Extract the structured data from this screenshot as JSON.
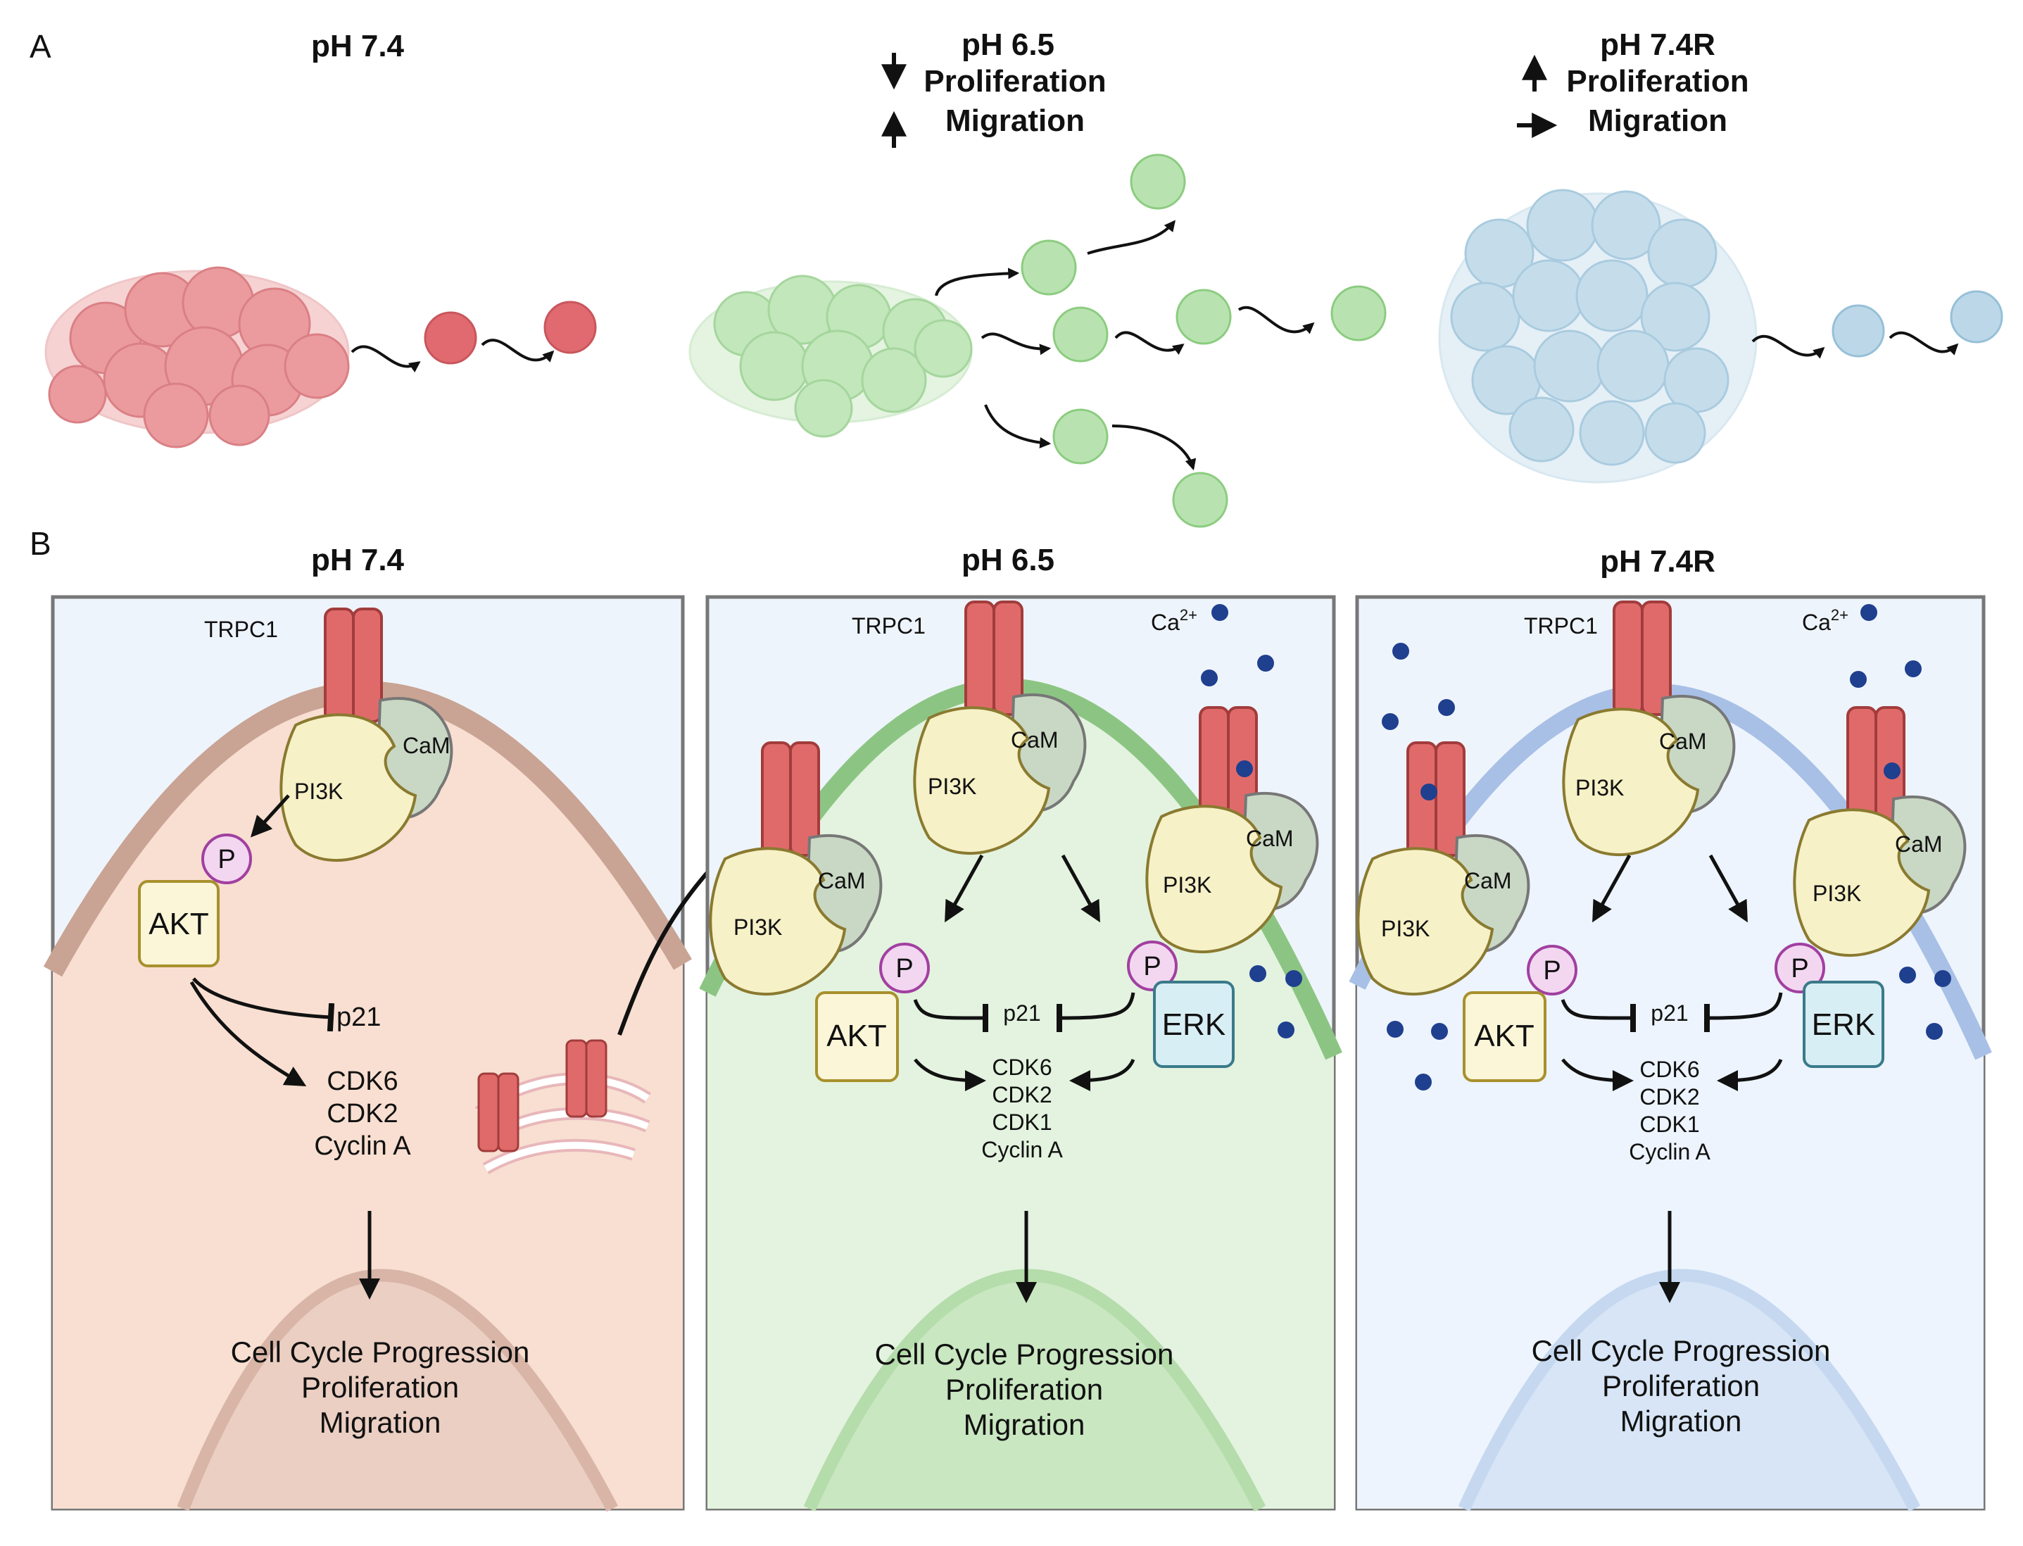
{
  "panel_a": {
    "letter": "A",
    "conditions": [
      {
        "title": "pH 7.4",
        "line1": "",
        "line2": ""
      },
      {
        "title": "pH 6.5",
        "line1": "Proliferation",
        "line2": "Migration"
      },
      {
        "title": "pH 7.4R",
        "line1": "Proliferation",
        "line2": "Migration"
      }
    ]
  },
  "panel_b": {
    "letter": "B",
    "panels": [
      {
        "title": "pH 7.4",
        "channel": "TRPC1",
        "cam": "CaM",
        "pi3k": "PI3K",
        "p": "P",
        "akt": "AKT",
        "p21": "p21",
        "targets": [
          "CDK6",
          "CDK2",
          "Cyclin A"
        ],
        "outcome": [
          "Cell Cycle Progression",
          "Proliferation",
          "Migration"
        ]
      },
      {
        "title": "pH 6.5",
        "channel": "TRPC1",
        "ca": "Ca",
        "ca_sup": "2+",
        "cam": "CaM",
        "pi3k": "PI3K",
        "p": "P",
        "akt": "AKT",
        "erk": "ERK",
        "p21": "p21",
        "targets": [
          "CDK6",
          "CDK2",
          "CDK1",
          "Cyclin A"
        ],
        "outcome": [
          "Cell Cycle Progression",
          "Proliferation",
          "Migration"
        ]
      },
      {
        "title": "pH 7.4R",
        "channel": "TRPC1",
        "ca": "Ca",
        "ca_sup": "2+",
        "cam": "CaM",
        "pi3k": "PI3K",
        "p": "P",
        "akt": "AKT",
        "erk": "ERK",
        "p21": "p21",
        "targets": [
          "CDK6",
          "CDK2",
          "CDK1",
          "Cyclin A"
        ],
        "outcome": [
          "Cell Cycle Progression",
          "Proliferation",
          "Migration"
        ]
      }
    ]
  },
  "colors": {
    "red_cell": "#e88a8e",
    "green_cell": "#b8e3b0",
    "blue_cell": "#bcd8e8",
    "channel": "#e06a6a",
    "calcium": "#1f3f8f",
    "pi3k": "#f6f1c6",
    "cam": "#c9d8c4",
    "akt_box": "#fbf6d8",
    "erk_box": "#d8eef5",
    "phospho": "#f3d7f1"
  }
}
